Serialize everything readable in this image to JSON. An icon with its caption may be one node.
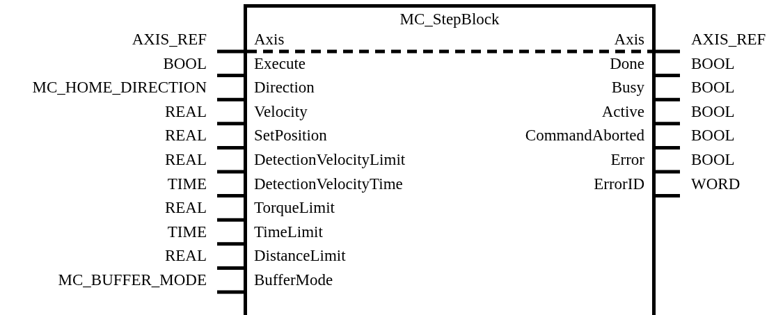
{
  "diagram": {
    "nodes": [
      {
        "text": [
          "MC_StepBlock"
        ]
      }
    ],
    "labels": [
      "AXIS_REF",
      "Axis",
      "Axis",
      "AXIS_REF",
      "BOOL",
      "Execute",
      "Done",
      "BOOL",
      "MC_HOME_DIRECTION",
      "Direction",
      "Busy",
      "BOOL",
      "REAL",
      "Velocity",
      "Active",
      "BOOL",
      "REAL",
      "SetPosition",
      "CommandAborted",
      "BOOL",
      "REAL",
      "DetectionVelocityLimit",
      "Error",
      "BOOL",
      "TIME",
      "DetectionVelocityTime",
      "ErrorID",
      "WORD",
      "REAL",
      "TorqueLimit",
      "TIME",
      "TimeLimit",
      "REAL",
      "DistanceLimit",
      "MC_BUFFER_MODE",
      "BufferMode"
    ]
  }
}
